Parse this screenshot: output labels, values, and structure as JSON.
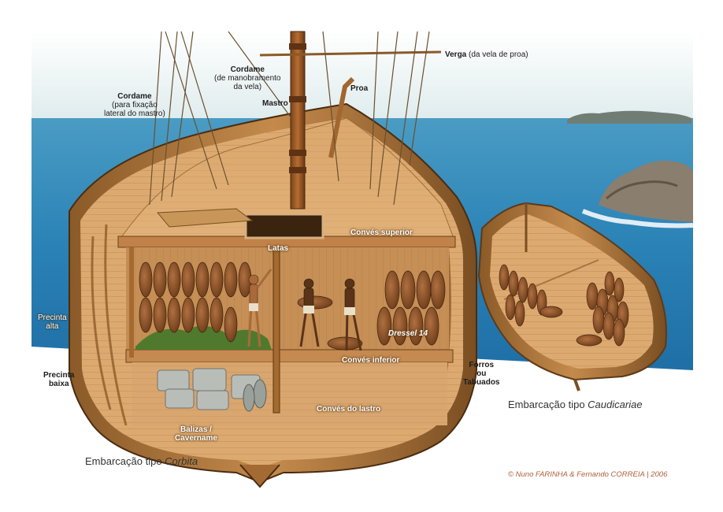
{
  "labels": {
    "cordame_fixacao_title": "Cordame",
    "cordame_fixacao_sub1": "(para fixação",
    "cordame_fixacao_sub2": "lateral do mastro)",
    "cordame_manobra_title": "Cordame",
    "cordame_manobra_sub1": "(de manobramento",
    "cordame_manobra_sub2": "da vela)",
    "mastro": "Mastro",
    "proa": "Proa",
    "verga_bold": "Verga",
    "verga_rest": "(da vela de proa)",
    "latas": "Latas",
    "conves_superior": "Convés superior",
    "conves_inferior": "Convés inferior",
    "dressel": "Dressel 14",
    "conves_lastro": "Convés do lastro",
    "precinta_alta_1": "Precinta",
    "precinta_alta_2": "alta",
    "precinta_baixa_1": "Precinta",
    "precinta_baixa_2": "baixa",
    "forros_1": "Forros",
    "forros_2": "ou",
    "forros_3": "Tabuados",
    "balizas_1": "Balizas /",
    "balizas_2": "Cavername"
  },
  "captions": {
    "corbita_prefix": "Embarcação tipo ",
    "corbita_type": "Corbita",
    "caudicariae_prefix": "Embarcação tipo ",
    "caudicariae_type": "Caudicariae"
  },
  "credit": "© Nuno FARINHA & Fernando CORREIA | 2006",
  "colors": {
    "sea": "#2f86b8",
    "sky": "#e9f1f1",
    "wood": "#c98d4e",
    "deck": "#e0b27a",
    "amphora": "#8a5226",
    "credit": "#b0603a"
  }
}
